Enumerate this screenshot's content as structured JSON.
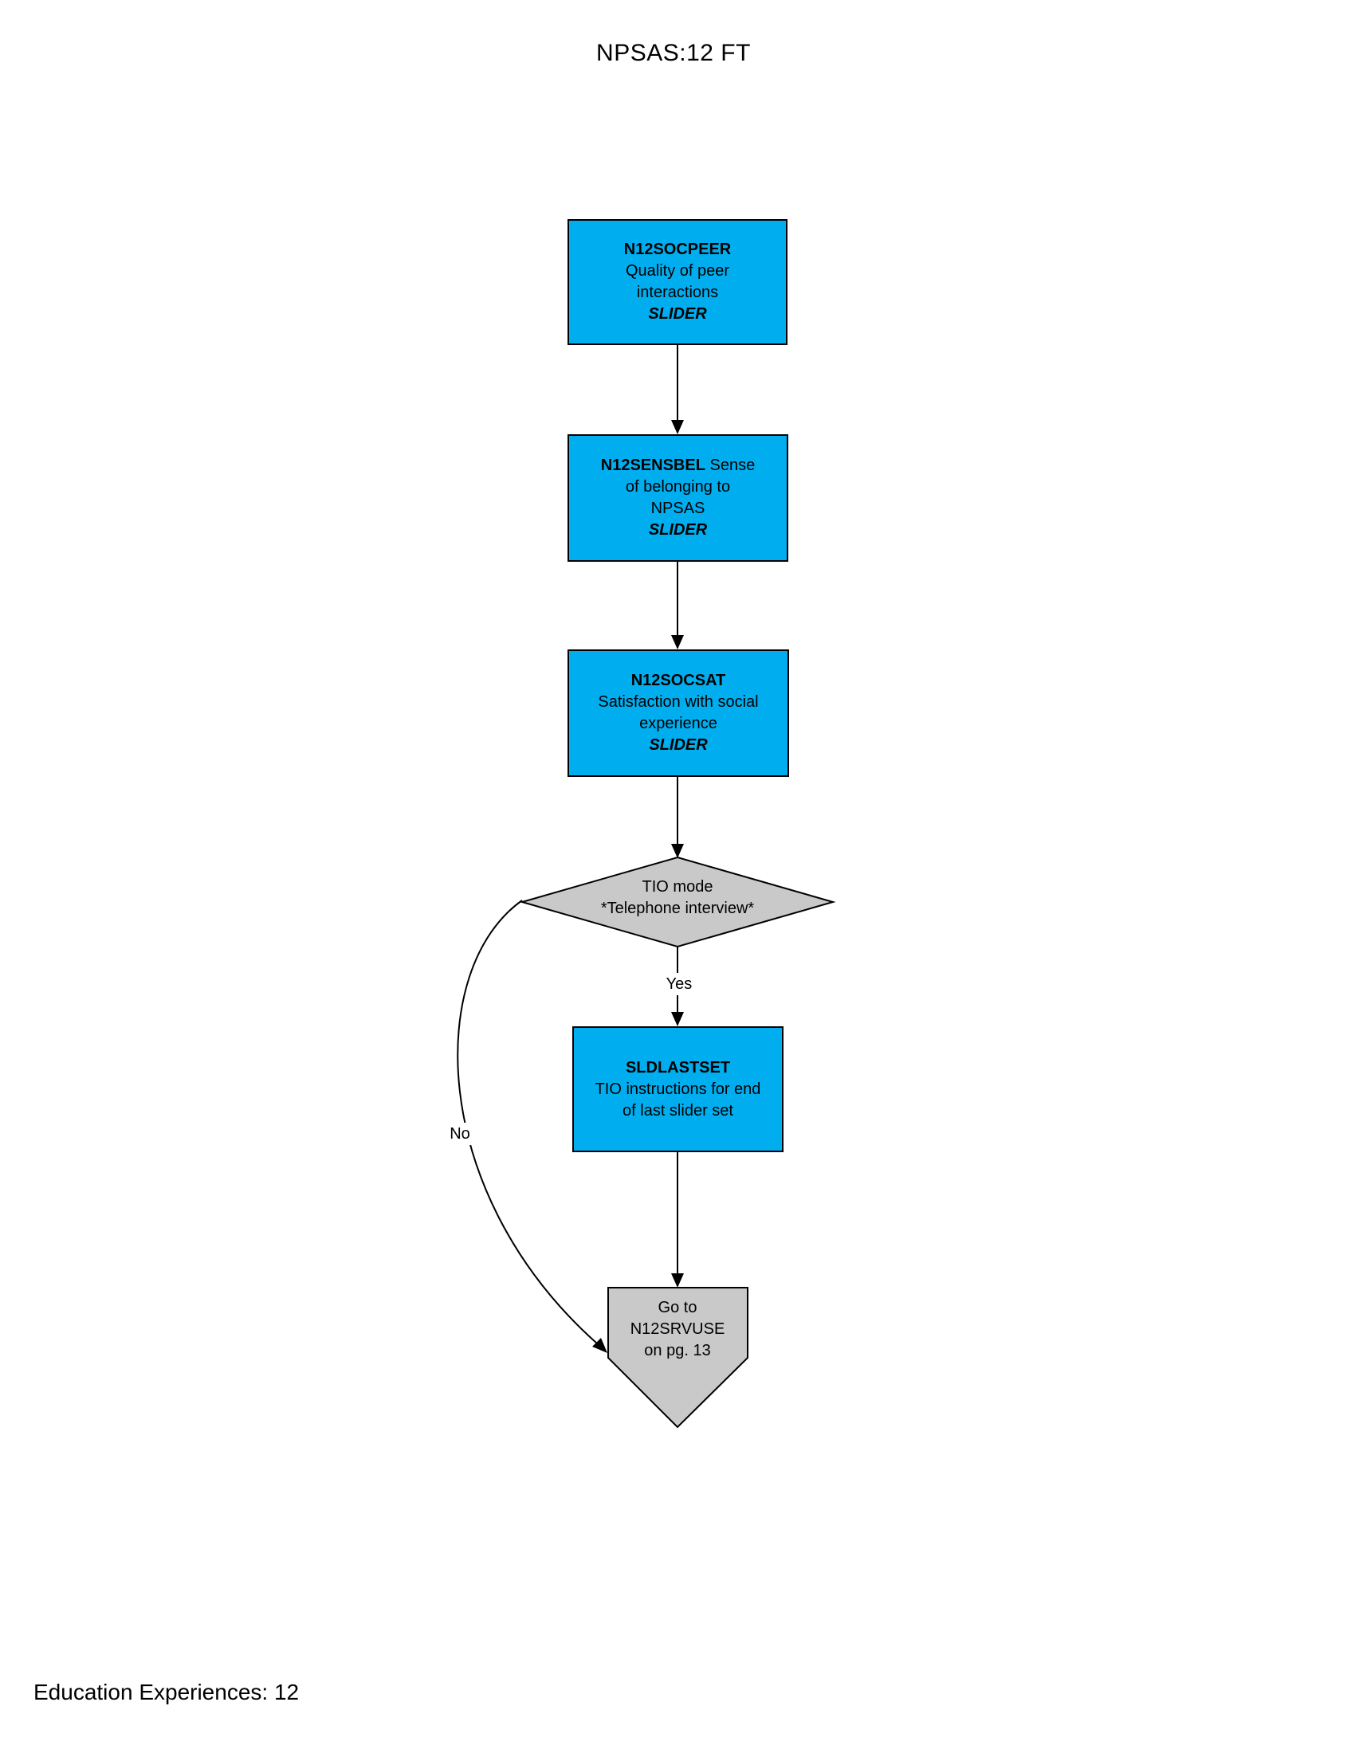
{
  "page": {
    "title": "NPSAS:12 FT",
    "footer": "Education Experiences: 12"
  },
  "colors": {
    "process_fill": "#00AEEF",
    "decision_fill": "#C9C9C9",
    "offpage_fill": "#C9C9C9",
    "line": "#000000"
  },
  "nodes": {
    "n12socpeer": {
      "name": "N12SOCPEER",
      "desc_line1": "Quality of peer",
      "desc_line2": "interactions",
      "type_label": "SLIDER"
    },
    "n12sensbel": {
      "name": "N12SENSBEL",
      "desc_inline": "Sense",
      "desc_line2": "of belonging to",
      "desc_line3": "NPSAS",
      "type_label": "SLIDER"
    },
    "n12socsat": {
      "name": "N12SOCSAT",
      "desc_line1": "Satisfaction with social",
      "desc_line2": "experience",
      "type_label": "SLIDER"
    },
    "tio_mode": {
      "line1": "TIO mode",
      "line2": "*Telephone interview*"
    },
    "sldlastset": {
      "name": "SLDLASTSET",
      "desc_line1": "TIO instructions for end",
      "desc_line2": "of last slider set"
    },
    "goto_n12srvuse": {
      "line1": "Go to",
      "line2": "N12SRVUSE",
      "line3": "on pg. 13"
    }
  },
  "edges": {
    "yes_label": "Yes",
    "no_label": "No"
  }
}
